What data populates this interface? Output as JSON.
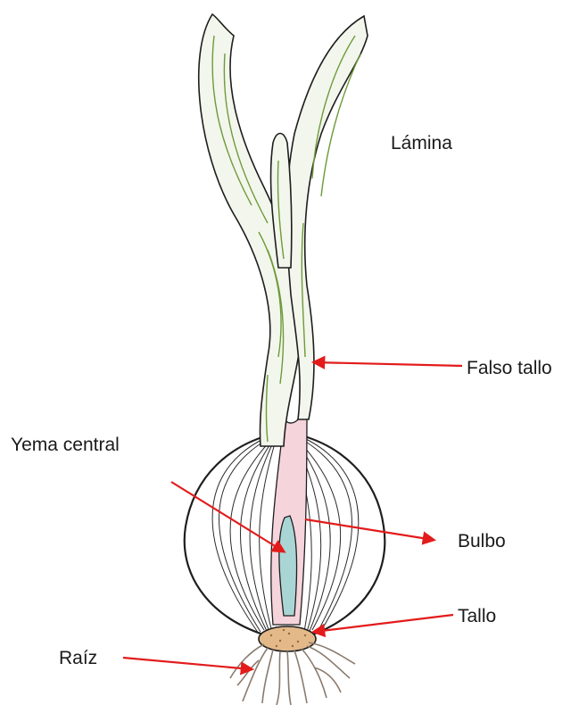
{
  "labels": {
    "lamina": "Lámina",
    "falso_tallo": "Falso tallo",
    "yema_central": "Yema central",
    "bulbo": "Bulbo",
    "tallo": "Tallo",
    "raiz": "Raíz"
  },
  "colors": {
    "leaf_fill": "#f3f6ec",
    "leaf_vein": "#6e9a3a",
    "outline": "#1e1e1e",
    "sheath_pink": "#f6d4dc",
    "bud_blue": "#a9d6d4",
    "stem_tan": "#e3b98a",
    "root": "#8a7b6e",
    "arrow": "#e31b1b"
  }
}
